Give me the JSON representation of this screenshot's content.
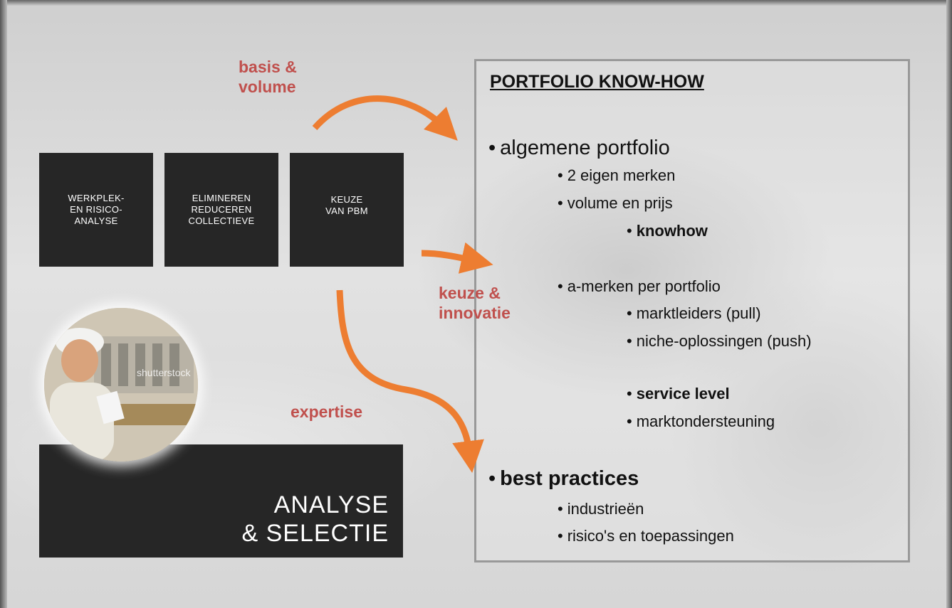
{
  "process_boxes": [
    {
      "text": "WERKPLEK-\nEN RISICO-\nANALYSE"
    },
    {
      "text": "ELIMINEREN\nREDUCEREN\nCOLLECTIEVE"
    },
    {
      "text": "KEUZE\nVAN PBM"
    }
  ],
  "analyse_box": {
    "text": "ANALYSE\n& SELECTIE"
  },
  "labels": {
    "basis": "basis &\nvolume",
    "keuze": "keuze &\ninnovatie",
    "expertise": "expertise"
  },
  "panel": {
    "title": "PORTFOLIO KNOW-HOW",
    "items": [
      "algemene portfolio",
      "2 eigen merken",
      "volume en prijs",
      "knowhow",
      "a-merken per portfolio",
      "marktleiders (pull)",
      "niche-oplossingen (push)",
      "service level",
      "marktondersteuning",
      "best practices",
      "industrieën",
      "risico's en toepassingen"
    ]
  },
  "photo": {
    "watermark": "shutterstock"
  },
  "colors": {
    "arrow": "#ed7d31",
    "label": "#c0504d",
    "box": "#262626"
  }
}
